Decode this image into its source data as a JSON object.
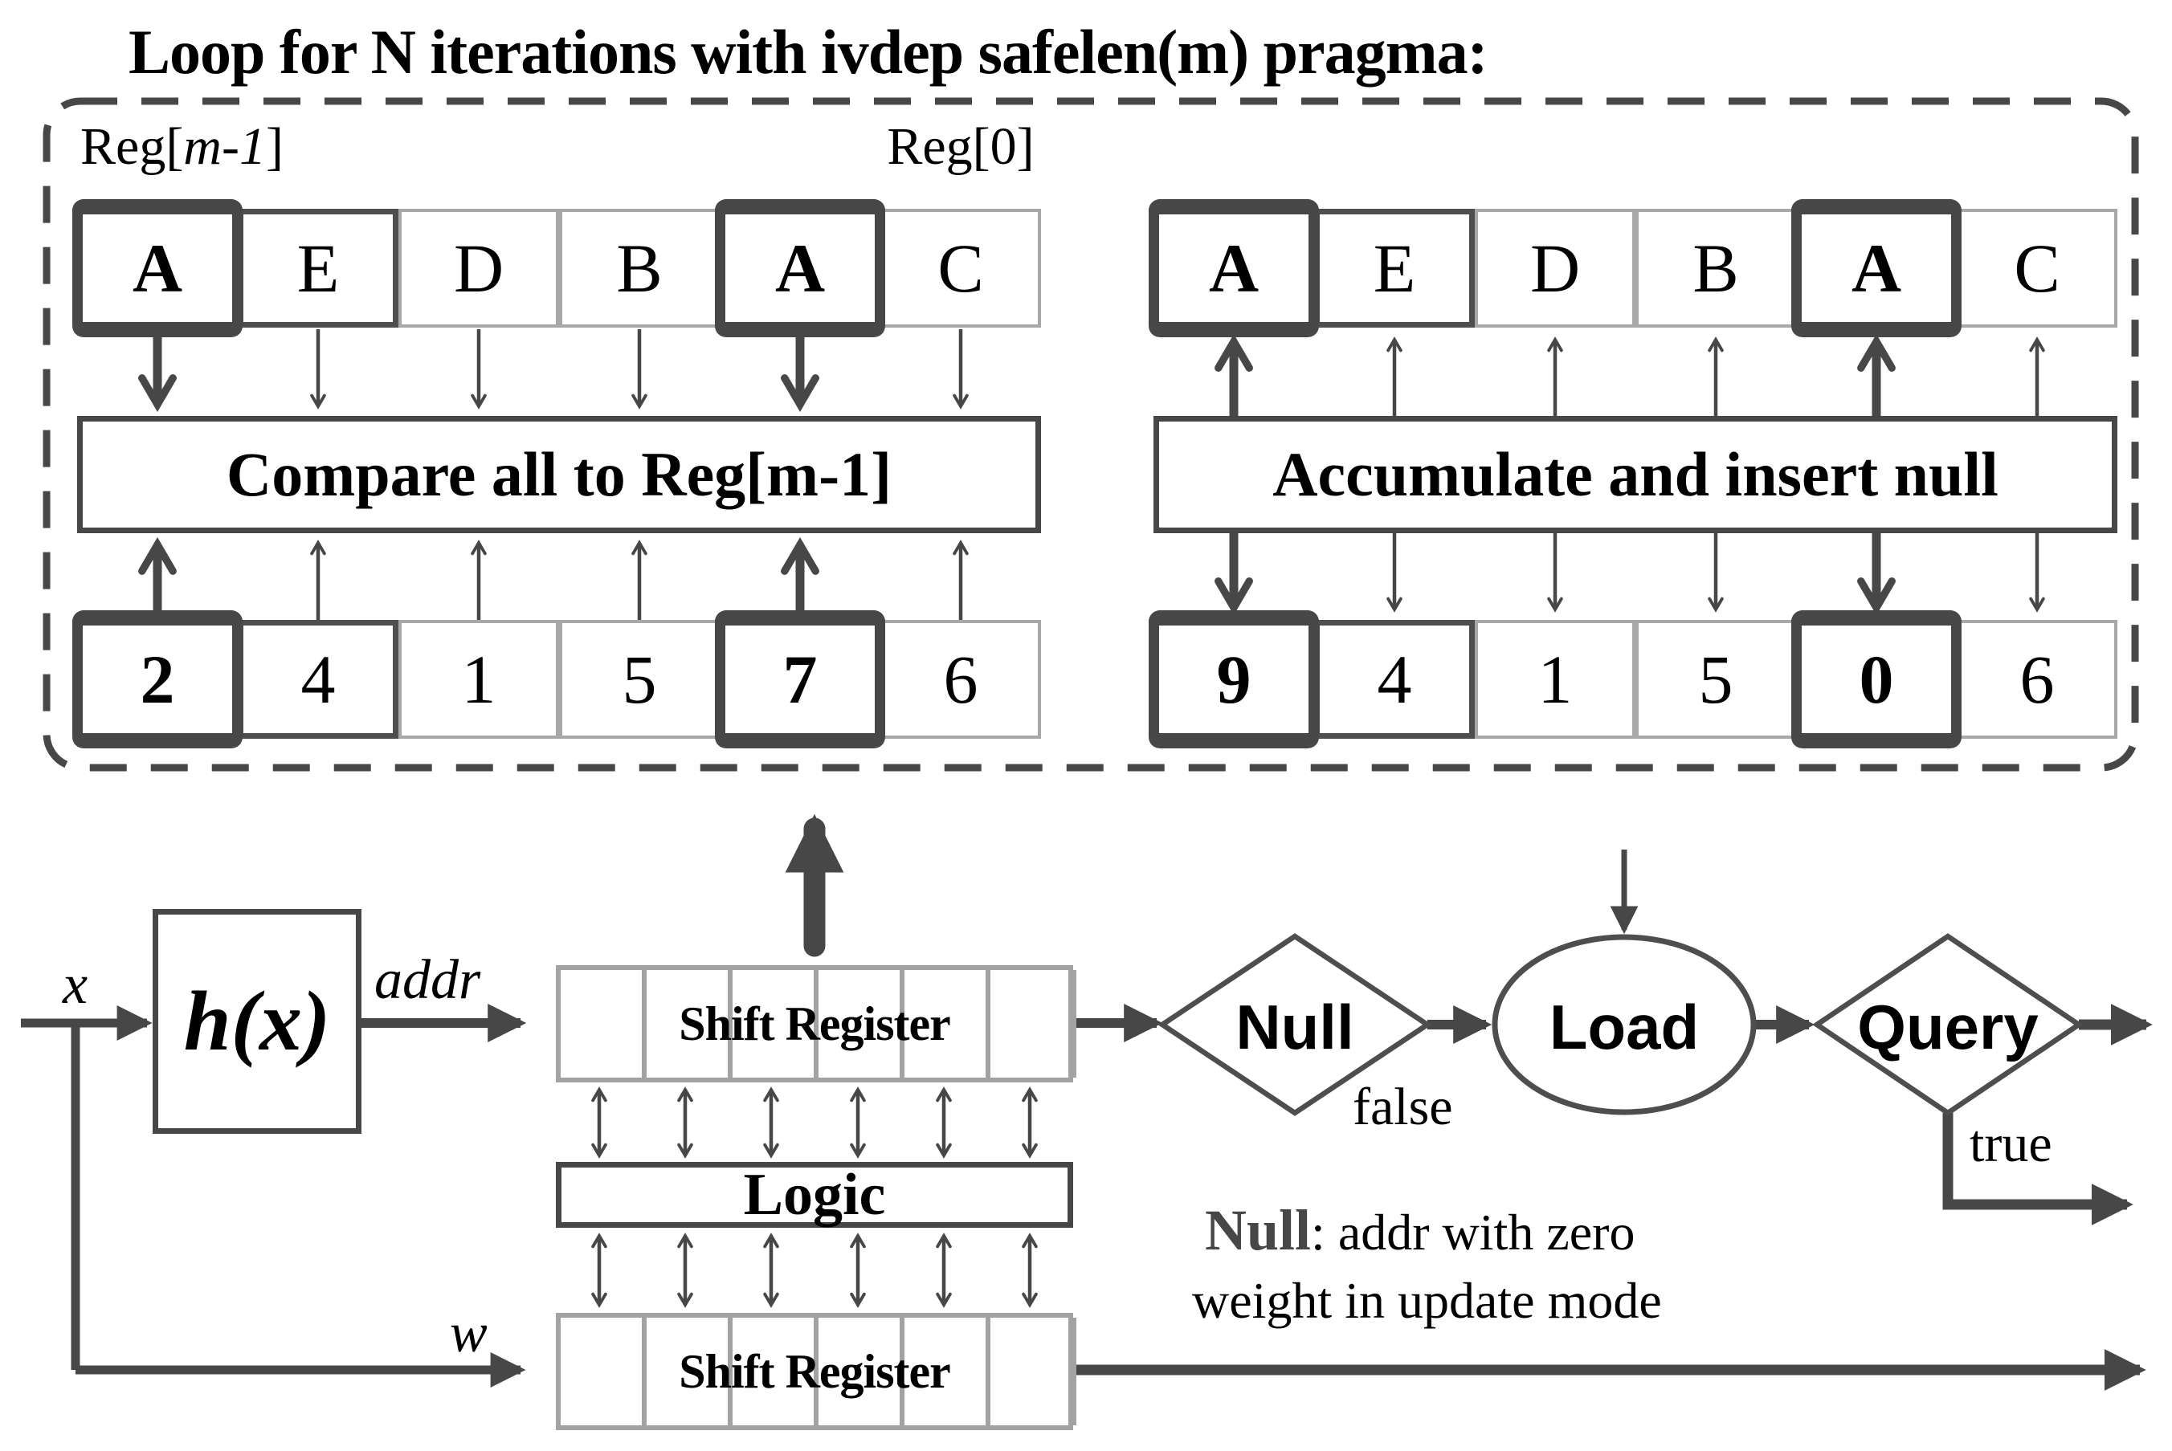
{
  "title": "Loop for N iterations with ivdep safelen(m) pragma:",
  "colors": {
    "ink": "#000000",
    "line": "#474747",
    "light_border": "#a2a2a2",
    "note_term": "#474747",
    "background": "#ffffff"
  },
  "loop": {
    "reg_left_prefix": "Reg[",
    "reg_left_var": "m-1",
    "reg_left_suffix": "]",
    "reg_right": "Reg[0]",
    "compare_label": "Compare all to Reg[m-1]",
    "accumulate_label": "Accumulate and insert null",
    "left_top": [
      "A",
      "E",
      "D",
      "B",
      "A",
      "C"
    ],
    "left_bottom": [
      "2",
      "4",
      "1",
      "5",
      "7",
      "6"
    ],
    "right_top": [
      "A",
      "E",
      "D",
      "B",
      "A",
      "C"
    ],
    "right_bottom": [
      "9",
      "4",
      "1",
      "5",
      "0",
      "6"
    ]
  },
  "pipeline": {
    "x_label": "x",
    "hash_label": "h(x)",
    "addr_label": "addr",
    "shift_register_top": "Shift Register",
    "logic_label": "Logic",
    "shift_register_bottom": "Shift Register",
    "w_label": "w",
    "null_label": "Null",
    "false_label": "false",
    "load_label": "Load",
    "query_label": "Query",
    "true_label": "true"
  },
  "note": {
    "term": "Null",
    "rest": ": addr with zero",
    "line2": "weight in update mode"
  }
}
